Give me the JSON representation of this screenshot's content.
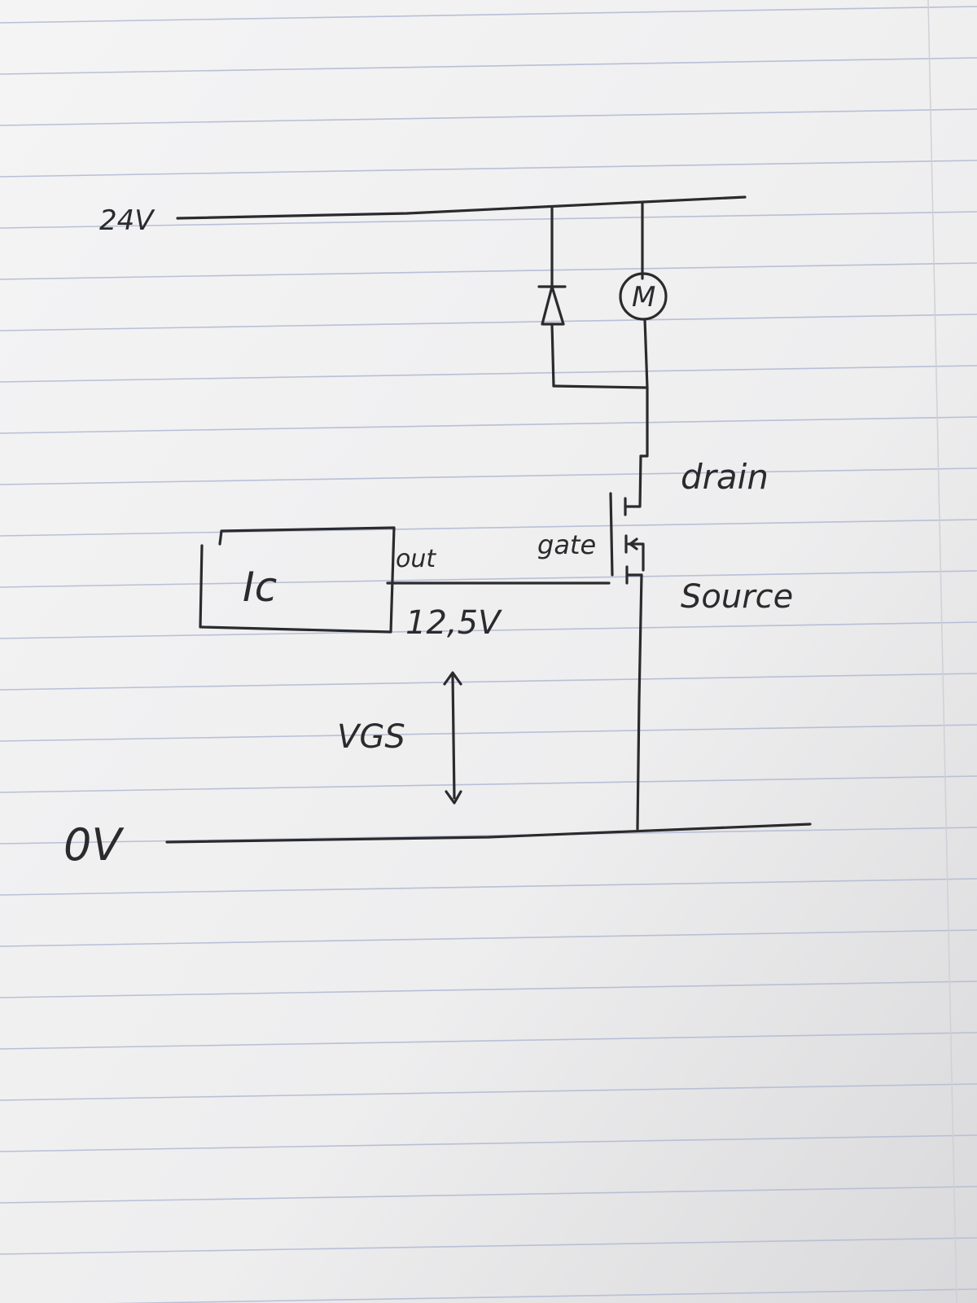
{
  "labels": {
    "supply": "24V",
    "ground": "0V",
    "ic": "Ic",
    "out_pin": "out",
    "out_voltage": "12,5V",
    "gate": "gate",
    "drain": "drain",
    "source": "Source",
    "vgs": "VGS",
    "motor": "M"
  },
  "colors": {
    "paper": "#f2f2f3",
    "rule_line": "#b9bfd6",
    "ink": "#2b2b2e"
  }
}
